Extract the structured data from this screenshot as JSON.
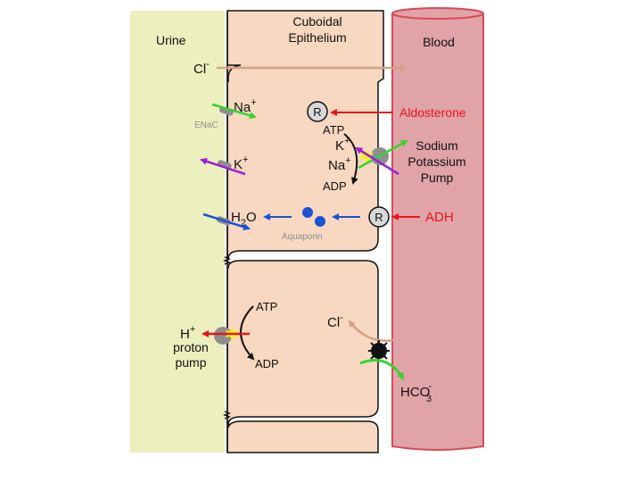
{
  "labels": {
    "urine": "Urine",
    "cuboidal": "Cuboidal",
    "epithelium": "Epithelium",
    "blood": "Blood",
    "cl_top": "Cl",
    "cl_top_sup": "-",
    "na_enac": "Na",
    "na_enac_sup": "+",
    "enac": "ENaC",
    "receptor_aldo": "R",
    "aldosterone": "Aldosterone",
    "atp_top": "ATP",
    "k_pump": "K",
    "k_pump_sup": "+",
    "na_pump": "Na",
    "na_pump_sup": "+",
    "adp_top": "ADP",
    "sodium": "Sodium",
    "potassium": "Potassium",
    "pump": "Pump",
    "k_channel": "K",
    "k_channel_sup": "+",
    "h2o_h": "H",
    "h2o_sub": "2",
    "h2o_o": "O",
    "receptor_adh": "R",
    "adh": "ADH",
    "aquaporin": "Aquaporin",
    "atp_bottom": "ATP",
    "adp_bottom": "ADP",
    "h_ion": "H",
    "h_ion_sup": "+",
    "proton": "proton",
    "proton_pump": "pump",
    "cl_bottom": "Cl",
    "cl_bottom_sup": "-",
    "hco": "HCO",
    "hco_sup": "-",
    "hco_sub": "3"
  },
  "colors": {
    "urine": "#ECF0BE",
    "cell": "#F8D8C0",
    "blood": "#E0A3A8",
    "blood_edge": "#D9485A",
    "red": "#E8161B",
    "green": "#35D42E",
    "purple": "#9B1FD8",
    "blue": "#1A52D8",
    "tan": "#D2A283",
    "yellow": "#F5F21E",
    "gray": "#8E8E8E"
  }
}
